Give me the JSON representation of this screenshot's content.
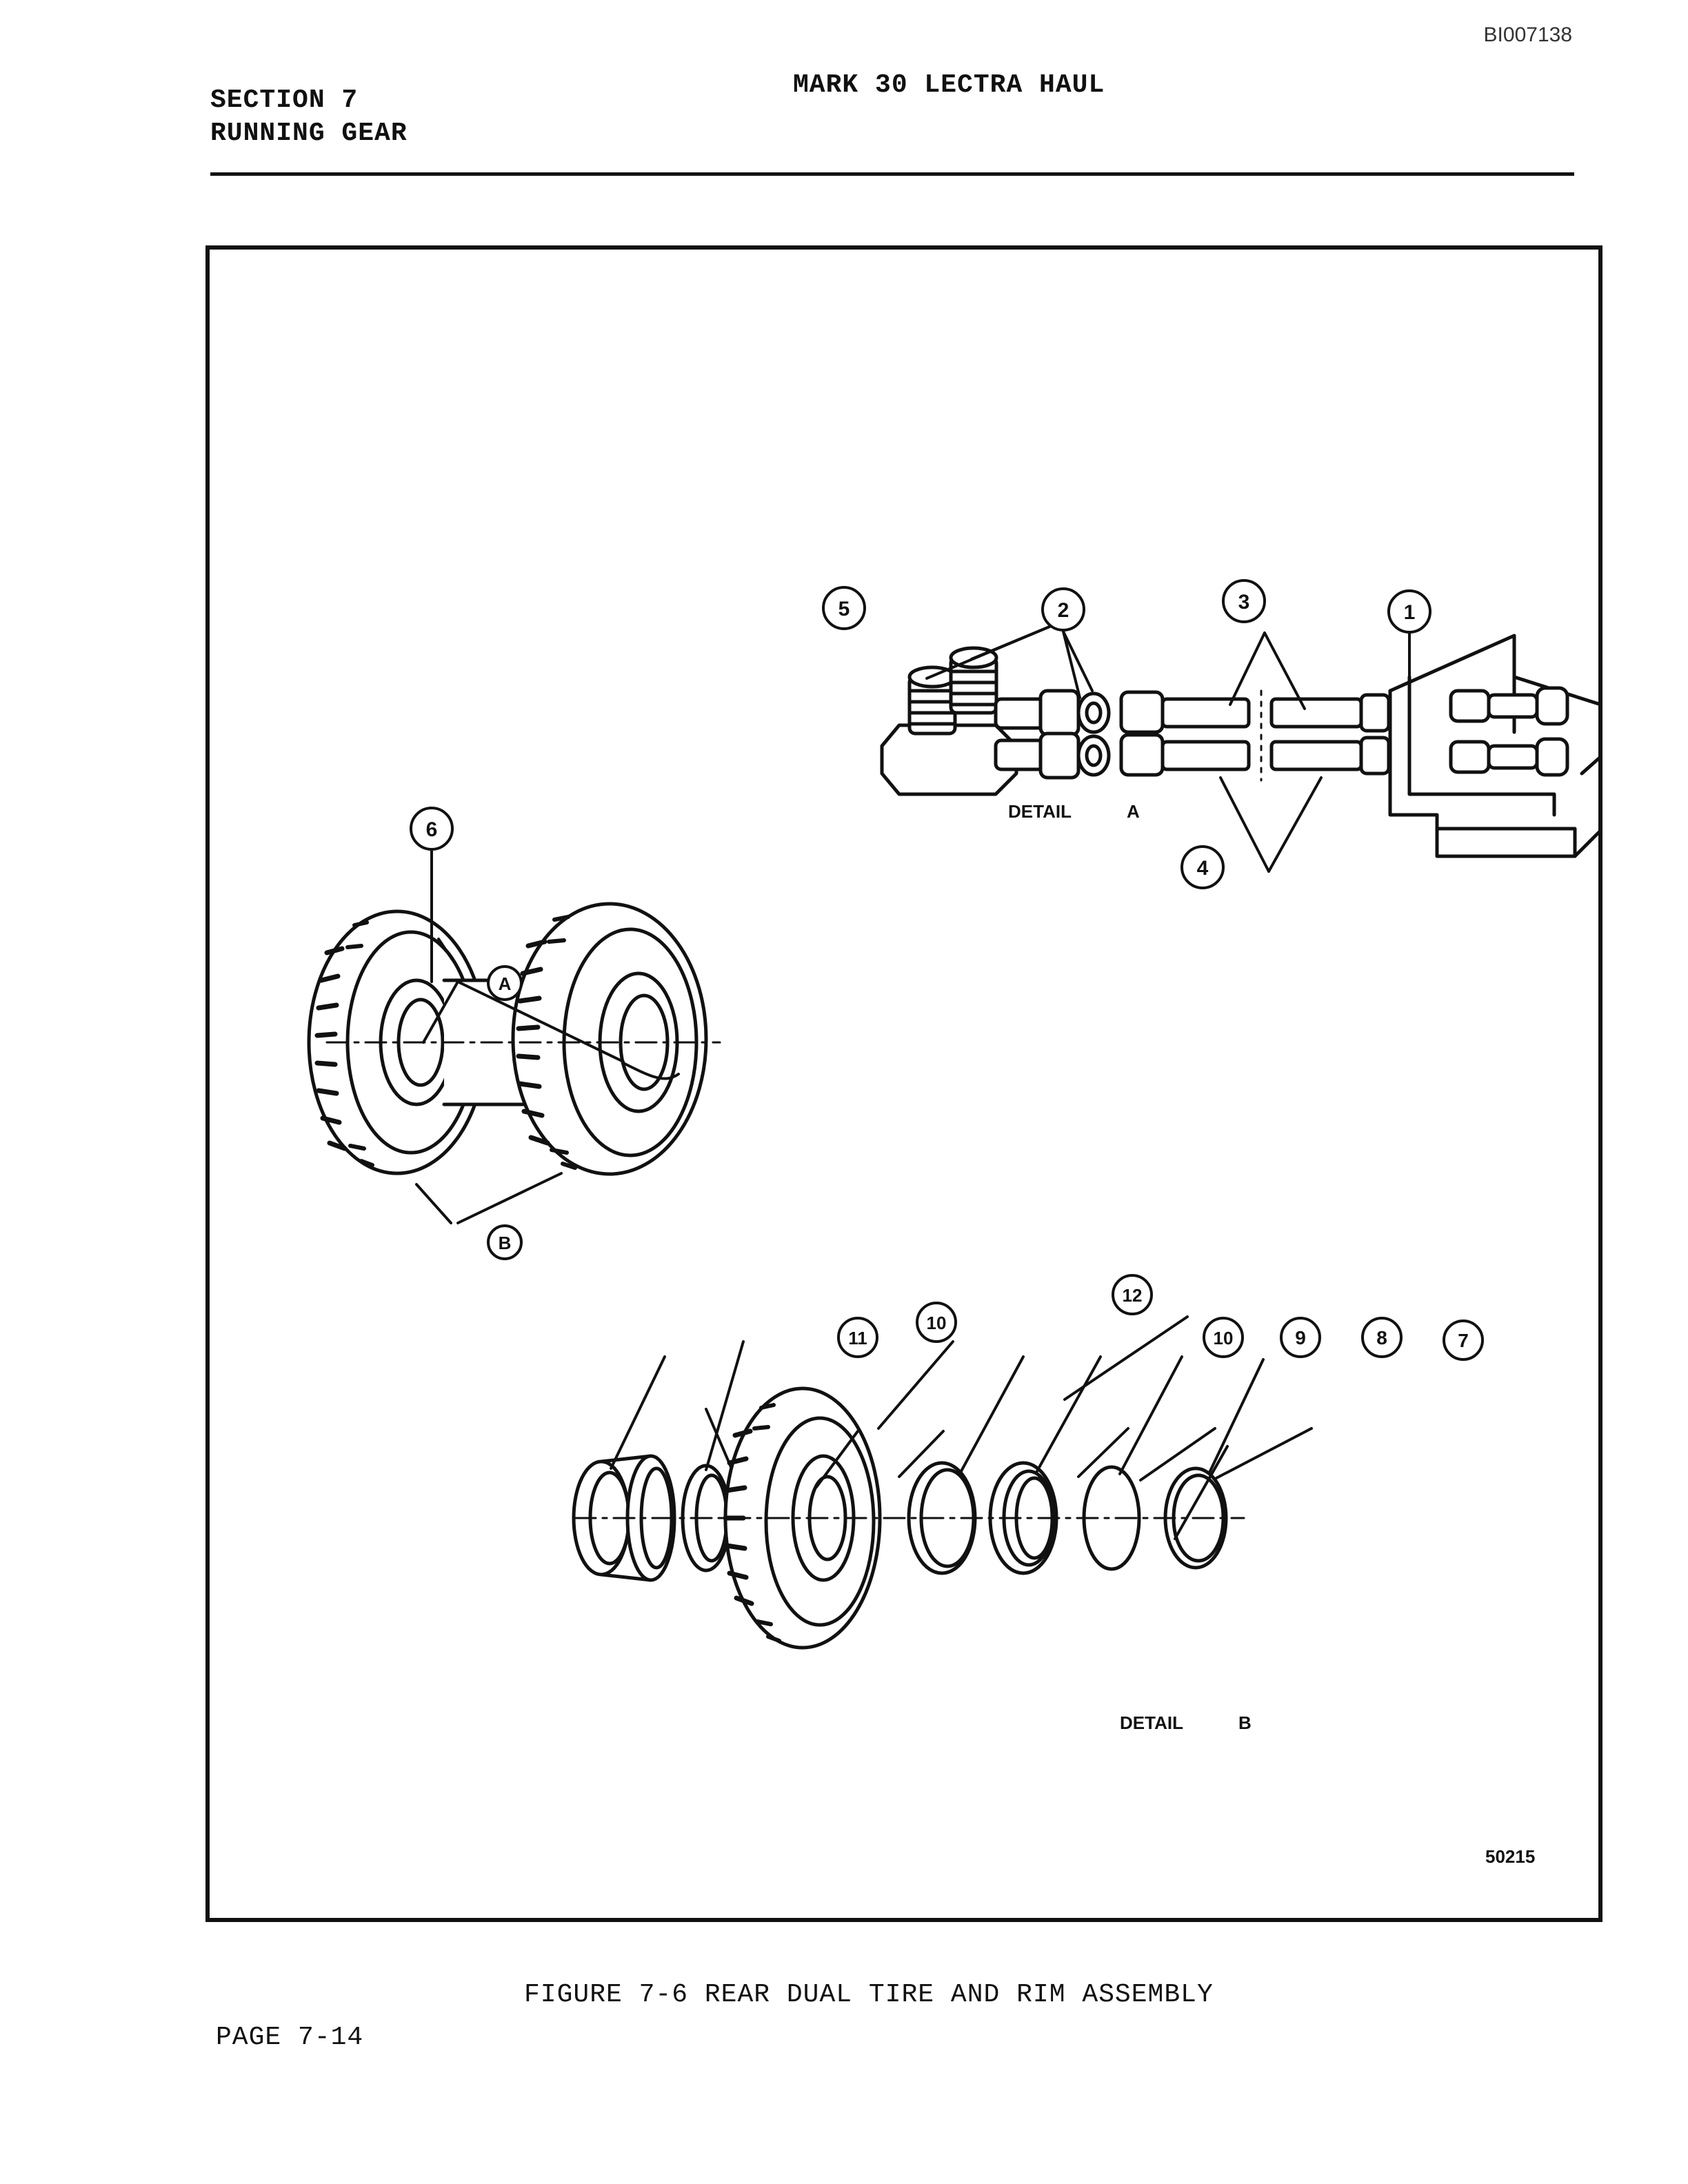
{
  "doc_id": "BI007138",
  "header": {
    "section": "SECTION 7",
    "section_title": "RUNNING GEAR",
    "manual_title": "MARK 30 LECTRA HAUL"
  },
  "figure": {
    "detail_a_label": "DETAIL",
    "detail_a_letter": "A",
    "detail_b_label": "DETAIL",
    "detail_b_letter": "B",
    "callout_a": "A",
    "callout_b": "B",
    "drawing_number": "50215",
    "callouts": {
      "c1": "1",
      "c2": "2",
      "c3": "3",
      "c4": "4",
      "c5": "5",
      "c6": "6",
      "c7": "7",
      "c8": "8",
      "c9": "9",
      "c10a": "10",
      "c10b": "10",
      "c11": "11",
      "c12": "12"
    }
  },
  "caption": "FIGURE 7-6 REAR DUAL TIRE AND RIM ASSEMBLY",
  "page": "PAGE 7-14"
}
